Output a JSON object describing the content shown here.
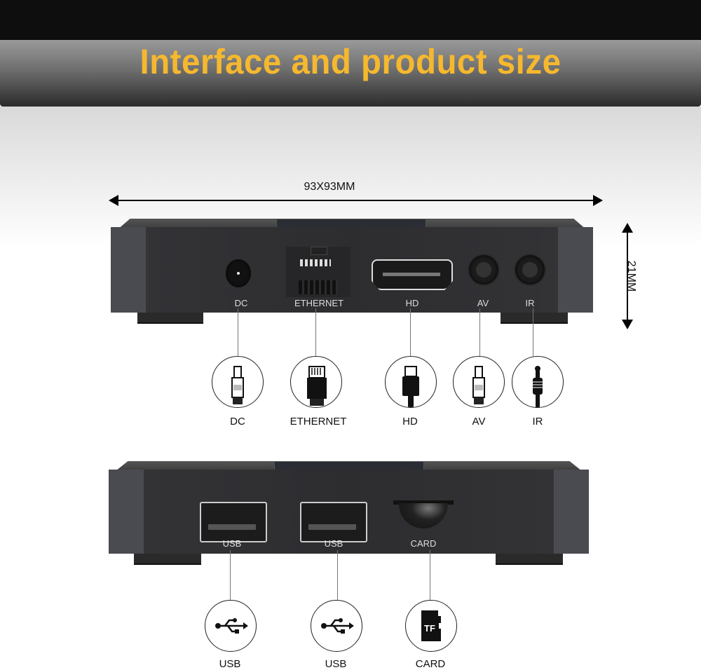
{
  "title": "Interface and product size",
  "colors": {
    "title": "#f5b82e",
    "banner_top": "#9a9a9a",
    "banner_bottom": "#2b2b2b",
    "device": "#2d2d30"
  },
  "dimensions": {
    "width_label": "93X93MM",
    "height_label": "21MM"
  },
  "front_panel": {
    "ports": [
      {
        "label": "DC",
        "icon": "dc-plug-icon"
      },
      {
        "label": "ETHERNET",
        "icon": "rj45-plug-icon"
      },
      {
        "label": "HD",
        "icon": "hdmi-plug-icon"
      },
      {
        "label": "AV",
        "icon": "av-plug-icon"
      },
      {
        "label": "IR",
        "icon": "ir-plug-icon"
      }
    ]
  },
  "back_panel": {
    "ports": [
      {
        "label": "USB",
        "icon": "usb-icon"
      },
      {
        "label": "USB",
        "icon": "usb-icon"
      },
      {
        "label": "CARD",
        "icon": "tf-card-icon",
        "icon_text": "TF"
      }
    ]
  }
}
